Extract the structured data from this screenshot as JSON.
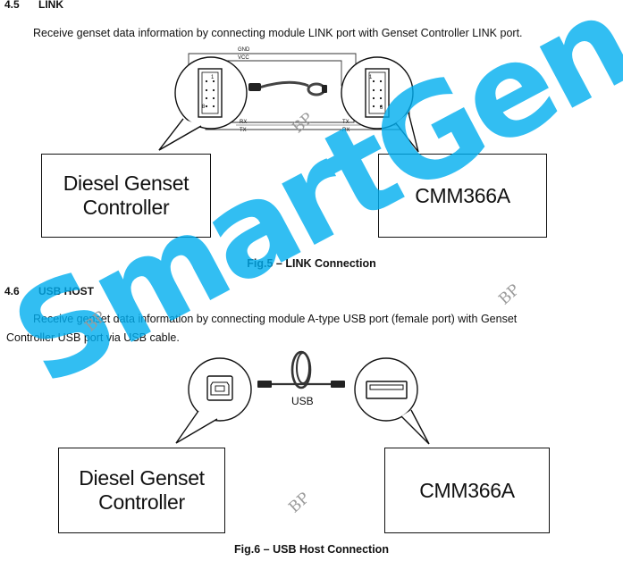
{
  "section1": {
    "number": "4.5",
    "title": "LINK",
    "text": "Receive genset data information by connecting module LINK port with Genset Controller LINK port.",
    "labels": {
      "gnd": "GND",
      "vcc": "VCC",
      "rx_left": "RX",
      "tx_left": "TX",
      "tx_right": "TX",
      "rx_right": "RX",
      "pin1_left": "1",
      "pin8_left": "8",
      "pin1_right": "1",
      "pin8_right": "8"
    },
    "box_left": {
      "line1": "Diesel Genset",
      "line2": "Controller"
    },
    "box_right": "CMM366A",
    "caption": "Fig.5 – LINK Connection"
  },
  "section2": {
    "number": "4.6",
    "title": "USB HOST",
    "text_line1": "Receive genset data information by connecting module A-type USB port (female port) with Genset",
    "text_line2": "Controller USB port via USB cable.",
    "cable_label": "USB",
    "box_left": {
      "line1": "Diesel Genset",
      "line2": "Controller"
    },
    "box_right": "CMM366A",
    "caption": "Fig.6 – USB Host Connection"
  },
  "watermarks": {
    "stamp": "BP",
    "brand": "SmartGen"
  },
  "colors": {
    "brand": "#00aef0",
    "ink": "#111111"
  }
}
